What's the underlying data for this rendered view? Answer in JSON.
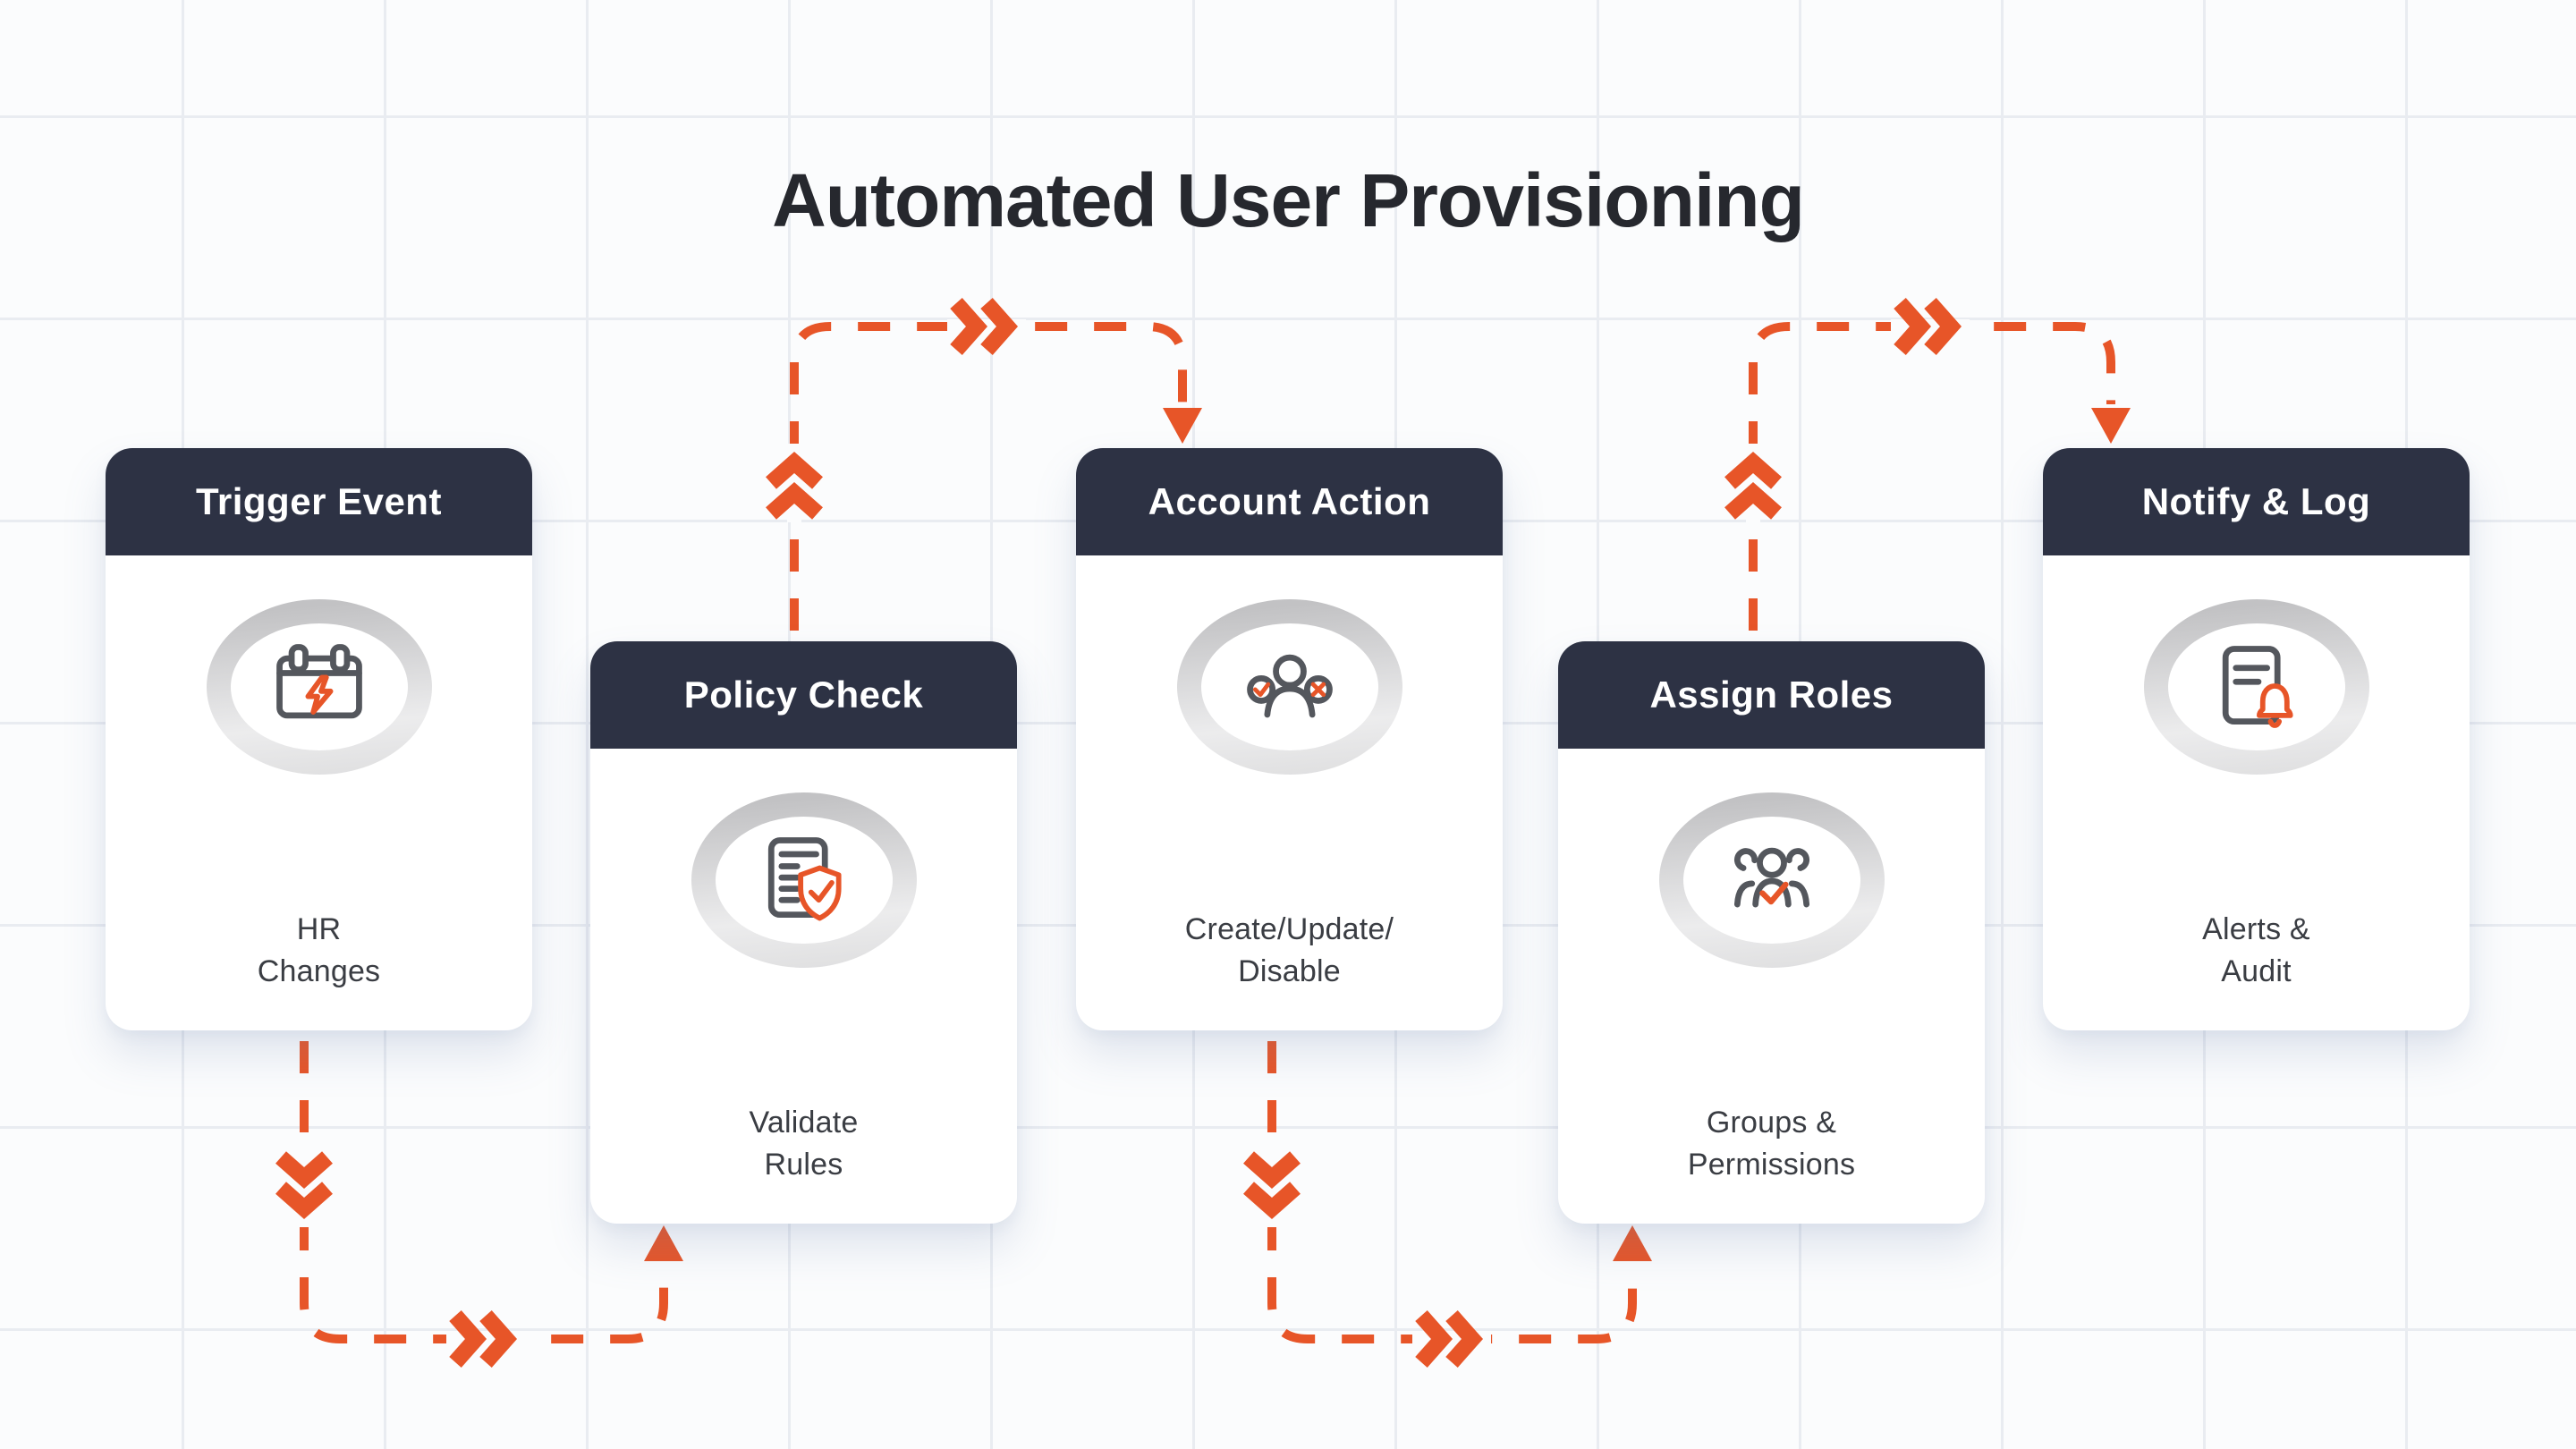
{
  "title": "Automated User Provisioning",
  "colors": {
    "accent_orange": "#E75528",
    "header_navy": "#2D3244",
    "icon_gray": "#54575D",
    "title_text": "#26282E",
    "label_text": "#3A3D43",
    "card_bg": "#FFFFFF",
    "page_bg": "#FBFCFD",
    "grid_line": "#E9ECF1",
    "ring_gray": "#C9C9CB"
  },
  "cards": [
    {
      "header": "Trigger Event",
      "icon": "calendar-lightning-icon",
      "label_line1": "HR",
      "label_line2": "Changes"
    },
    {
      "header": "Policy Check",
      "icon": "document-shield-check-icon",
      "label_line1": "Validate",
      "label_line2": "Rules"
    },
    {
      "header": "Account Action",
      "icon": "user-approve-reject-icon",
      "label_line1": "Create/Update/",
      "label_line2": "Disable"
    },
    {
      "header": "Assign Roles",
      "icon": "user-group-check-icon",
      "label_line1": "Groups &",
      "label_line2": "Permissions"
    },
    {
      "header": "Notify & Log",
      "icon": "document-bell-icon",
      "label_line1": "Alerts &",
      "label_line2": "Audit"
    }
  ],
  "flow": {
    "style": "dashed-orange-arrows",
    "sequence": [
      "Trigger Event",
      "Policy Check",
      "Account Action",
      "Assign Roles",
      "Notify & Log"
    ]
  }
}
